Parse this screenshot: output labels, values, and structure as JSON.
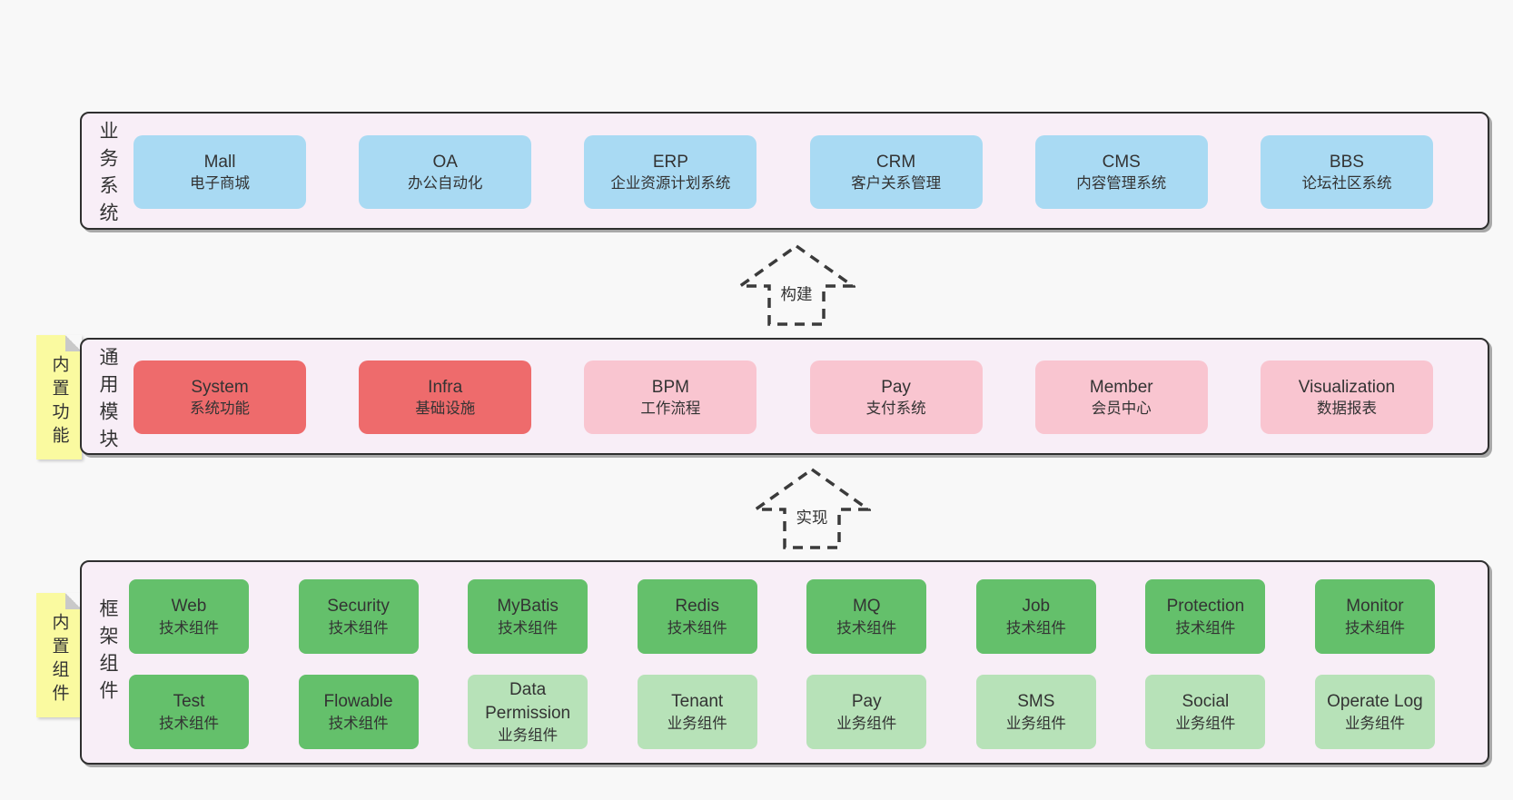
{
  "colors": {
    "background": "#f8f8f8",
    "section_fill": "#f8eef7",
    "border": "#2f2f2f",
    "blue": "#a9daf3",
    "red": "#ee6b6c",
    "pink": "#f9c5d0",
    "green_dark": "#64c06b",
    "green_light": "#b7e2b8",
    "tag_yellow": "#fafaa0"
  },
  "sections": {
    "business": {
      "label": "业务系统",
      "boxes": [
        {
          "title": "Mall",
          "subtitle": "电子商城"
        },
        {
          "title": "OA",
          "subtitle": "办公自动化"
        },
        {
          "title": "ERP",
          "subtitle": "企业资源计划系统"
        },
        {
          "title": "CRM",
          "subtitle": "客户关系管理"
        },
        {
          "title": "CMS",
          "subtitle": "内容管理系统"
        },
        {
          "title": "BBS",
          "subtitle": "论坛社区系统"
        }
      ]
    },
    "modules": {
      "label": "通用模块",
      "tag": "内置功能",
      "boxes": [
        {
          "title": "System",
          "subtitle": "系统功能"
        },
        {
          "title": "Infra",
          "subtitle": "基础设施"
        },
        {
          "title": "BPM",
          "subtitle": "工作流程"
        },
        {
          "title": "Pay",
          "subtitle": "支付系统"
        },
        {
          "title": "Member",
          "subtitle": "会员中心"
        },
        {
          "title": "Visualization",
          "subtitle": "数据报表"
        }
      ]
    },
    "framework": {
      "label": "框架组件",
      "tag": "内置组件",
      "row1": [
        {
          "title": "Web",
          "subtitle": "技术组件"
        },
        {
          "title": "Security",
          "subtitle": "技术组件"
        },
        {
          "title": "MyBatis",
          "subtitle": "技术组件"
        },
        {
          "title": "Redis",
          "subtitle": "技术组件"
        },
        {
          "title": "MQ",
          "subtitle": "技术组件"
        },
        {
          "title": "Job",
          "subtitle": "技术组件"
        },
        {
          "title": "Protection",
          "subtitle": "技术组件"
        },
        {
          "title": "Monitor",
          "subtitle": "技术组件"
        }
      ],
      "row2": [
        {
          "title": "Test",
          "subtitle": "技术组件"
        },
        {
          "title": "Flowable",
          "subtitle": "技术组件"
        },
        {
          "title": "Data Permission",
          "subtitle": "业务组件"
        },
        {
          "title": "Tenant",
          "subtitle": "业务组件"
        },
        {
          "title": "Pay",
          "subtitle": "业务组件"
        },
        {
          "title": "SMS",
          "subtitle": "业务组件"
        },
        {
          "title": "Social",
          "subtitle": "业务组件"
        },
        {
          "title": "Operate Log",
          "subtitle": "业务组件"
        }
      ]
    }
  },
  "arrows": {
    "build": "构建",
    "implement": "实现"
  }
}
